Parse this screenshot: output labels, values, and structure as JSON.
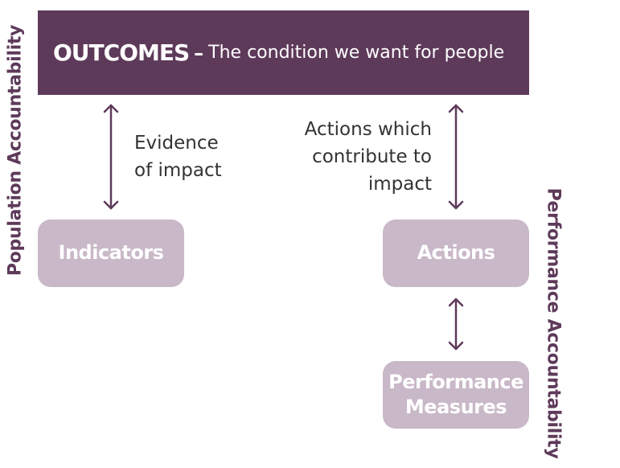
{
  "outcomes": {
    "title": "OUTCOMES",
    "dash": "–",
    "description": "The condition we want for people"
  },
  "indicators": {
    "label": "Indicators"
  },
  "actions": {
    "label": "Actions"
  },
  "performance_measures": {
    "line1": "Performance",
    "line2": "Measures"
  },
  "evidence_label": {
    "line1": "Evidence",
    "line2": "of impact"
  },
  "actions_label": {
    "line1": "Actions which",
    "line2": "contribute to",
    "line3": "impact"
  },
  "side_labels": {
    "population": "Population Accountability",
    "performance": "Performance Accountability"
  },
  "colors": {
    "primary": "#5e3a5a",
    "light": "#c9b8c8",
    "text": "#333333"
  }
}
